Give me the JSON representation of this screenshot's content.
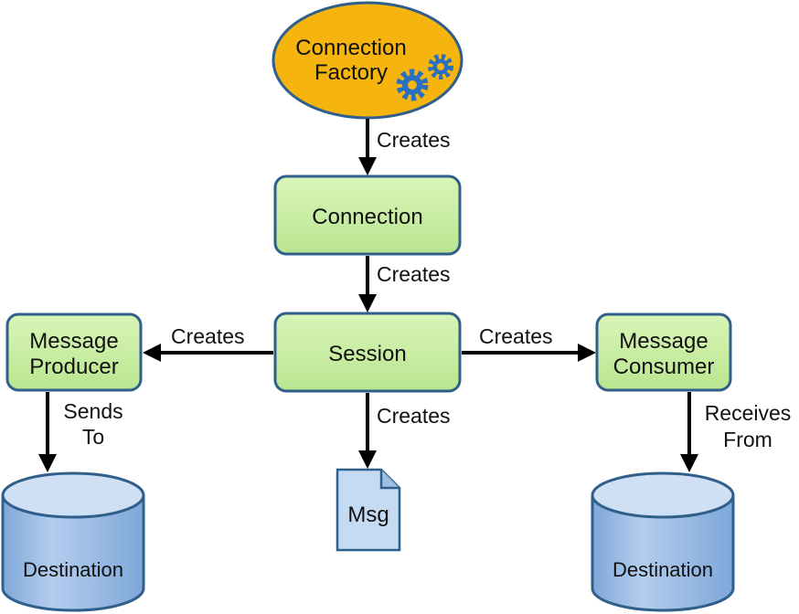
{
  "nodes": {
    "connection_factory": {
      "line1": "Connection",
      "line2": "Factory",
      "icon": "gears-icon"
    },
    "connection": {
      "label": "Connection"
    },
    "session": {
      "label": "Session"
    },
    "message_producer": {
      "line1": "Message",
      "line2": "Producer"
    },
    "message_consumer": {
      "line1": "Message",
      "line2": "Consumer"
    },
    "msg": {
      "label": "Msg",
      "icon": "document-icon"
    },
    "destination_left": {
      "label": "Destination"
    },
    "destination_right": {
      "label": "Destination"
    }
  },
  "edges": {
    "factory_to_connection": {
      "label": "Creates"
    },
    "connection_to_session": {
      "label": "Creates"
    },
    "session_to_producer": {
      "label": "Creates"
    },
    "session_to_consumer": {
      "label": "Creates"
    },
    "session_to_msg": {
      "label": "Creates"
    },
    "producer_to_destination": {
      "line1": "Sends",
      "line2": "To"
    },
    "consumer_from_destination": {
      "line1": "Receives",
      "line2": "From"
    }
  },
  "colors": {
    "factory_fill": "#f5b40e",
    "box_fill": "#c8eea0",
    "box_border": "#2f5f8a",
    "cylinder_fill": "#9fc0e6",
    "doc_fill": "#c5dbf3",
    "gear": "#2b6fc0",
    "arrow": "#000000"
  }
}
